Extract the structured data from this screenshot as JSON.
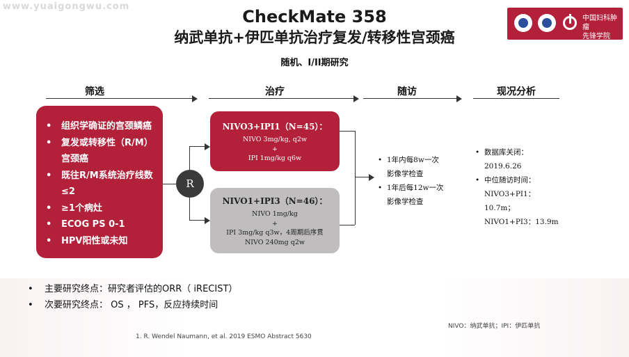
{
  "watermark": "www.yuaigongwu.com",
  "title_line1": "CheckMate 358",
  "title_line2": "纳武单抗+伊匹单抗治疗复发/转移性宫颈癌",
  "subtitle": "随机、I/II期研究",
  "logo": {
    "text_line1": "中国妇科肿瘤",
    "text_line2": "先锋学院"
  },
  "stages": [
    "筛选",
    "治疗",
    "随访",
    "现况分析"
  ],
  "screening_items": [
    "组织学确证的宫颈鳞癌",
    "复发或转移性（R/M）宫颈癌",
    "既往R/M系统治疗线数≤2",
    "≥1个病灶",
    "ECOG PS 0-1",
    "HPV阳性或未知"
  ],
  "randomization_label": "R",
  "arm1": {
    "title": "NIVO3+IPI1（N=45）：",
    "line1": "NIVO 3mg/kg, q2w",
    "line2": "+",
    "line3": "IPI 1mg/kg q6w"
  },
  "arm2": {
    "title": "NIVO1+IPI3（N=46）：",
    "line1": "NIVO 1mg/kg",
    "line2": "+",
    "line3": "IPI 3mg/kg q3w，4周期后序贯",
    "line4": "NIVO 240mg q2w"
  },
  "followup": {
    "item1_a": "1年内每8w一次",
    "item1_b": "影像学检查",
    "item2_a": "1年后每12w一次",
    "item2_b": "影像学检查"
  },
  "analysis": {
    "item1_label": "数据库关闭：",
    "item1_value": "2019.6.26",
    "item2_label": "中位随访时间：",
    "item2_value1": "NIVO3+PI1：10.7m；",
    "item2_value2": "NIVO1+PI3：13.9m"
  },
  "endpoints": {
    "primary": "主要研究终点：研究者评估的ORR（ iRECIST）",
    "secondary": "次要研究终点： OS ， PFS，反应持续时间"
  },
  "note": "NIVO：纳武单抗；IPI：伊匹单抗",
  "reference": "1. R. Wendel Naumann, et al. 2019 ESMO Abstract 5630",
  "colors": {
    "accent": "#b3203a",
    "arm2_fill": "#bfbdbd",
    "r_node": "#3a3a3a"
  }
}
